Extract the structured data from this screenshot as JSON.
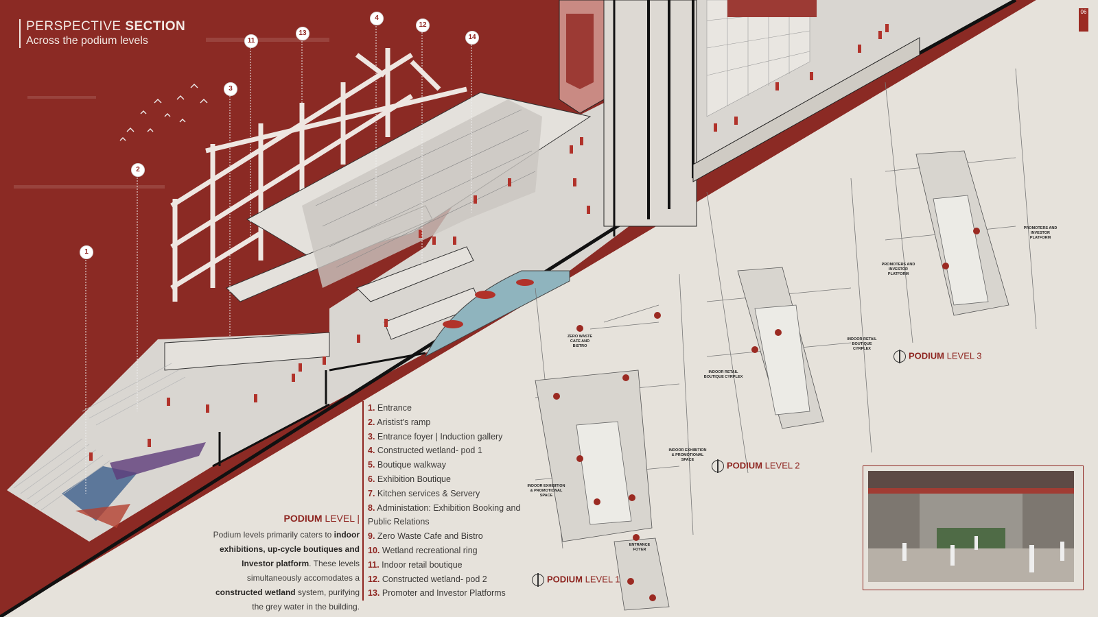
{
  "title": {
    "prefix": "PERSPECTIVE",
    "bold": "SECTION",
    "subtitle": "Across the podium levels"
  },
  "sheet_number": "06",
  "callouts": [
    "1",
    "2",
    "3",
    "11",
    "13",
    "4",
    "12",
    "14"
  ],
  "legend": [
    {
      "n": "1.",
      "text": "Entrance"
    },
    {
      "n": "2.",
      "text": "Aristist's ramp"
    },
    {
      "n": "3.",
      "text": "Entrance foyer | Induction gallery"
    },
    {
      "n": "4.",
      "text": "Constructed wetland- pod 1"
    },
    {
      "n": "5.",
      "text": "Boutique walkway"
    },
    {
      "n": "6.",
      "text": "Exhibition Boutique"
    },
    {
      "n": "7.",
      "text": "Kitchen services & Servery"
    },
    {
      "n": "8.",
      "text": "Administation: Exhibition Booking and Public Relations"
    },
    {
      "n": "9.",
      "text": "Zero Waste Cafe and Bistro"
    },
    {
      "n": "10.",
      "text": "Wetland recreational ring"
    },
    {
      "n": "11.",
      "text": "Indoor retail boutique"
    },
    {
      "n": "12.",
      "text": "Constructed wetland- pod 2"
    },
    {
      "n": "13.",
      "text": "Promoter and Investor Platforms"
    }
  ],
  "podium_intro": {
    "title": "PODIUM",
    "level": "LEVEL |"
  },
  "description": {
    "p1": "Podium levels primarily caters to ",
    "b1": "indoor exhibitions, up-cycle boutiques and Investor platform",
    "p2": ". These levels simultaneously accomodates a ",
    "b2": "constructed wetland",
    "p3": " system, purifying the grey water in the building."
  },
  "plans": [
    {
      "id": "p1",
      "label": "PODIUM",
      "level": "LEVEL 1"
    },
    {
      "id": "p2",
      "label": "PODIUM",
      "level": "LEVEL 2"
    },
    {
      "id": "p3",
      "label": "PODIUM",
      "level": "LEVEL 3"
    }
  ],
  "plan_tags": {
    "cafe": "ZERO WASTE CAFE AND BISTRO",
    "foyer": "ENTRANCE FOYER",
    "exhib1": "INDOOR EXHIBITION & PROMOTIONAL SPACE",
    "exhib2": "INDOOR EXHIBITION & PROMOTIONAL SPACE",
    "retail1": "INDOOR RETAIL BOUTIQUE CYRPLEX",
    "retail2": "INDOOR RETAIL BOUTIQUE CYRPLEX",
    "promo1": "PROMOTERS AND INVESTOR PLATFORM",
    "promo2": "PROMOTERS AND INVESTOR PLATFORM"
  },
  "colors": {
    "accent": "#8e2520",
    "background_red": "#8b2a24",
    "paper": "#e6e2db",
    "water": "#8fb4be",
    "figure": "#b1322a"
  }
}
